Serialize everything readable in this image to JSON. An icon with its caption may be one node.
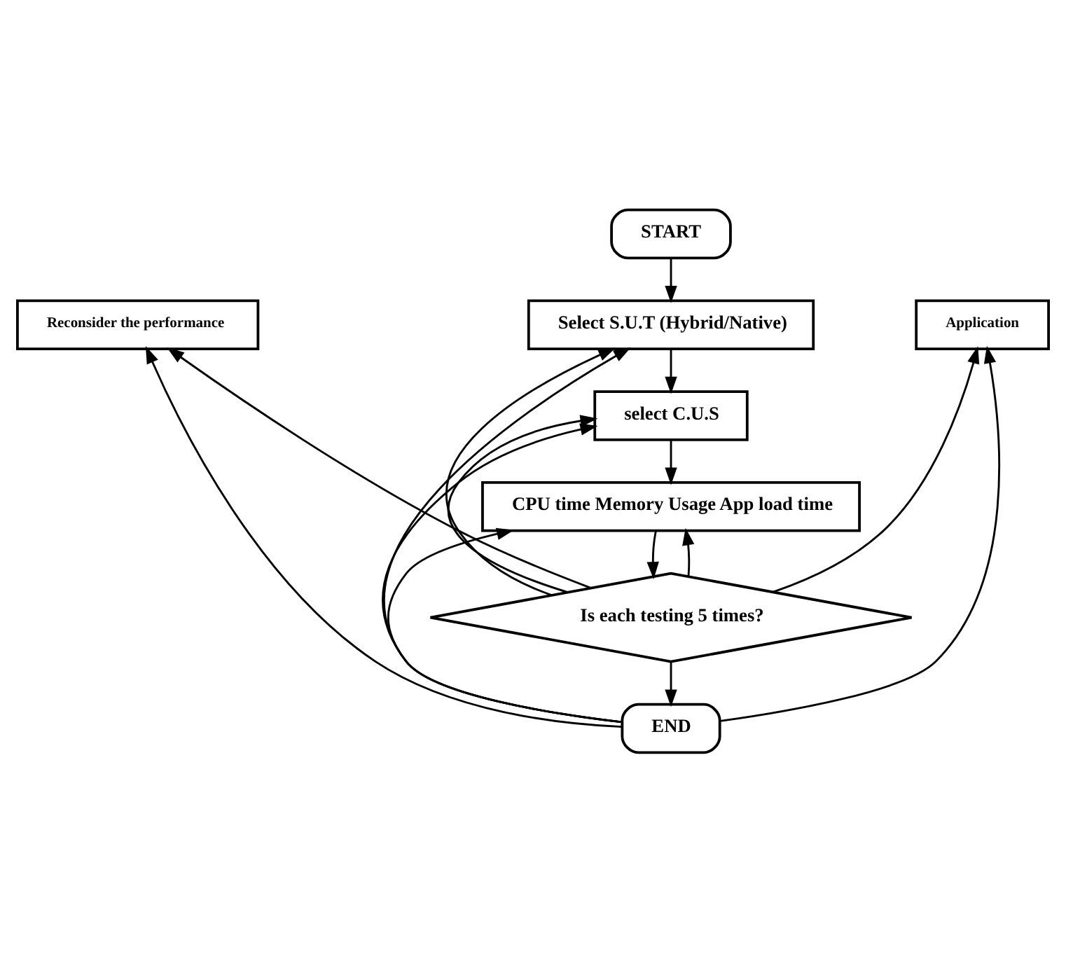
{
  "diagram": {
    "nodes": [
      {
        "text": [
          "START"
        ]
      },
      {
        "text": [
          "Select S.U.T (Hybrid/Native)"
        ]
      },
      {
        "text": [
          "select C.U.S"
        ]
      },
      {
        "text": [
          "CPU time Memory Usage App load time"
        ]
      },
      {
        "text": [
          "Is each testing 5 times?"
        ]
      },
      {
        "text": [
          "END"
        ]
      },
      {
        "text": [
          "Reconsider the performance"
        ]
      },
      {
        "text": [
          "Application"
        ]
      }
    ],
    "edges": [
      {
        "from": 0,
        "to": 1,
        "arrow": "to"
      },
      {
        "from": 1,
        "to": 2,
        "arrow": "to"
      },
      {
        "from": 2,
        "to": 3,
        "arrow": "to"
      },
      {
        "from": 3,
        "to": 4,
        "arrow": "to"
      },
      {
        "from": 4,
        "to": 5,
        "arrow": "to"
      },
      {
        "from": 4,
        "to": 1,
        "arrow": "to"
      },
      {
        "from": 4,
        "to": 2,
        "arrow": "to"
      },
      {
        "from": 4,
        "to": 3,
        "arrow": "to"
      },
      {
        "from": 4,
        "to": 6,
        "arrow": "to"
      },
      {
        "from": 4,
        "to": 7,
        "arrow": "to"
      },
      {
        "from": 5,
        "to": 1,
        "arrow": "to"
      },
      {
        "from": 5,
        "to": 2,
        "arrow": "to"
      },
      {
        "from": 5,
        "to": 3,
        "arrow": "to"
      },
      {
        "from": 5,
        "to": 6,
        "arrow": "to"
      },
      {
        "from": 5,
        "to": 7,
        "arrow": "to"
      }
    ]
  }
}
